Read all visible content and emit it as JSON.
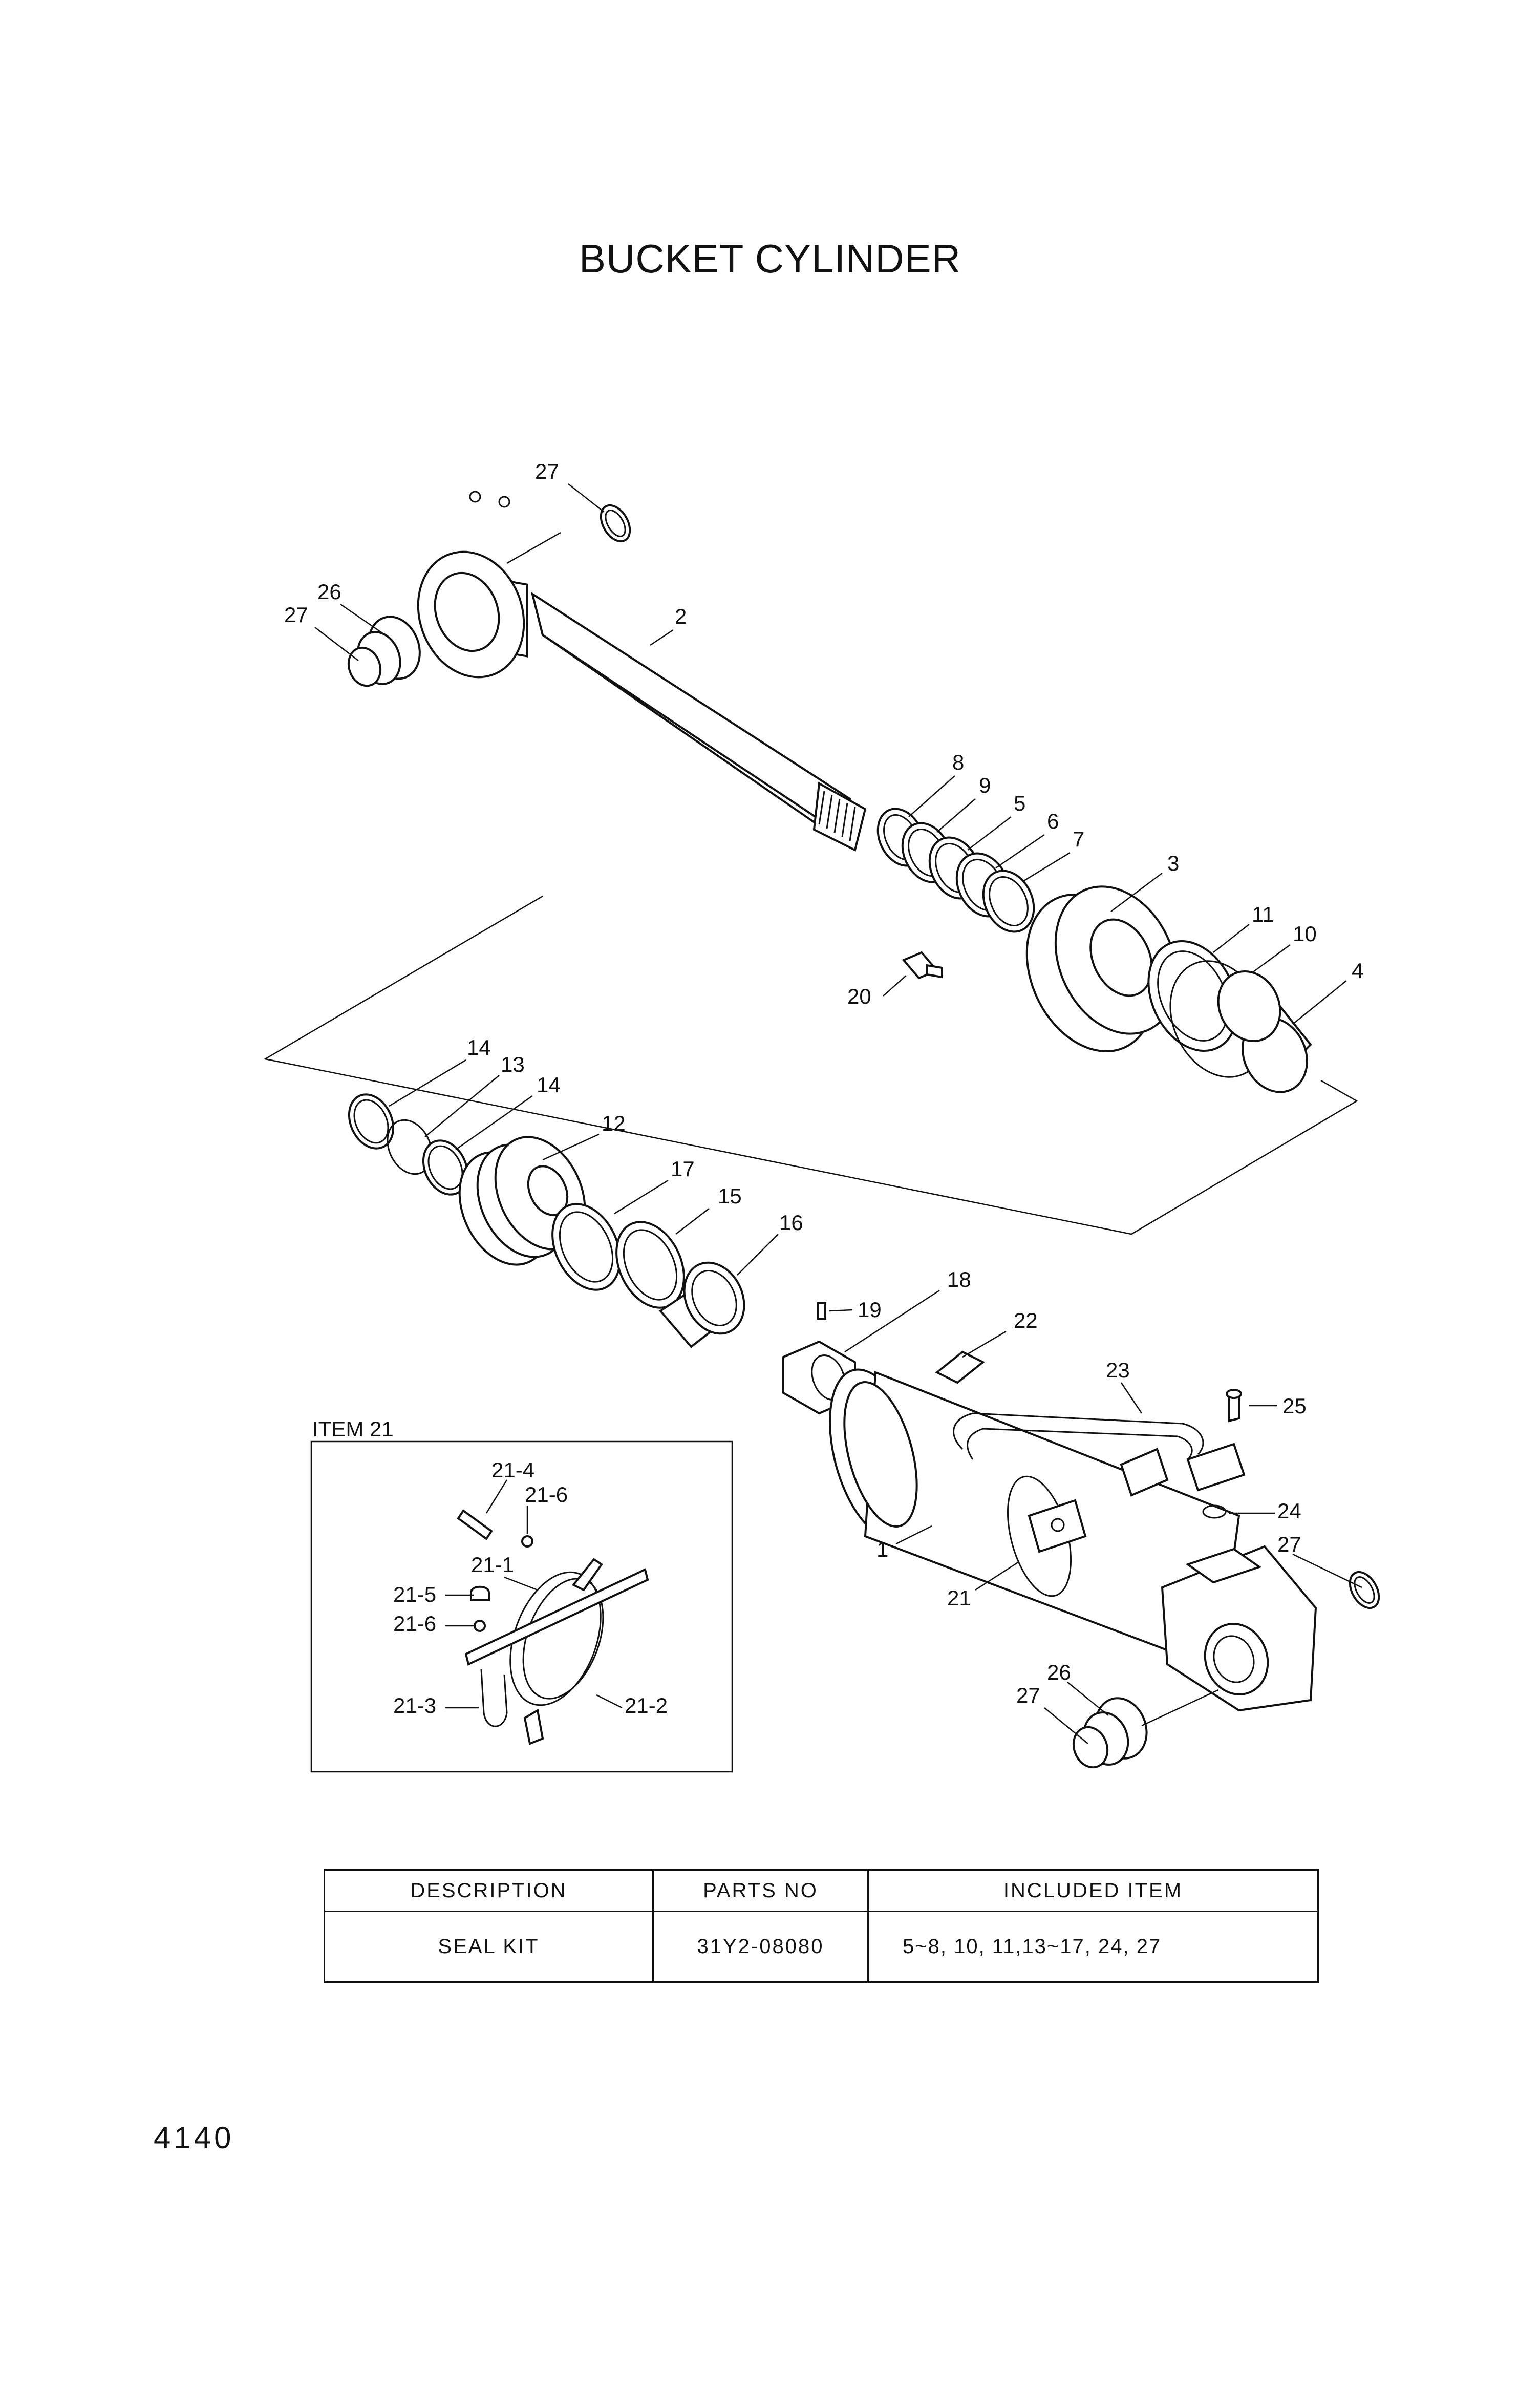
{
  "title": "BUCKET CYLINDER",
  "callouts": {
    "c27_top": "27",
    "c26_rod": "26",
    "c27_rod": "27",
    "c2": "2",
    "c8": "8",
    "c9": "9",
    "c5": "5",
    "c6": "6",
    "c7": "7",
    "c3": "3",
    "c11": "11",
    "c10": "10",
    "c4": "4",
    "c20": "20",
    "c14a": "14",
    "c13": "13",
    "c14b": "14",
    "c12": "12",
    "c17": "17",
    "c15": "15",
    "c16": "16",
    "c19": "19",
    "c18": "18",
    "c22": "22",
    "c23": "23",
    "c25": "25",
    "c24": "24",
    "c27_tube": "27",
    "c1": "1",
    "c21": "21",
    "c26_tube": "26",
    "c27_tube_b": "27"
  },
  "inset": {
    "title": "ITEM 21",
    "labels": {
      "l21_4": "21-4",
      "l21_6a": "21-6",
      "l21_1": "21-1",
      "l21_5": "21-5",
      "l21_6b": "21-6",
      "l21_3": "21-3",
      "l21_2": "21-2"
    }
  },
  "table": {
    "headers": [
      "DESCRIPTION",
      "PARTS NO",
      "INCLUDED ITEM"
    ],
    "rows": [
      [
        "SEAL KIT",
        "31Y2-08080",
        "5~8, 10, 11,13~17, 24, 27"
      ]
    ]
  },
  "page_number": "4140"
}
